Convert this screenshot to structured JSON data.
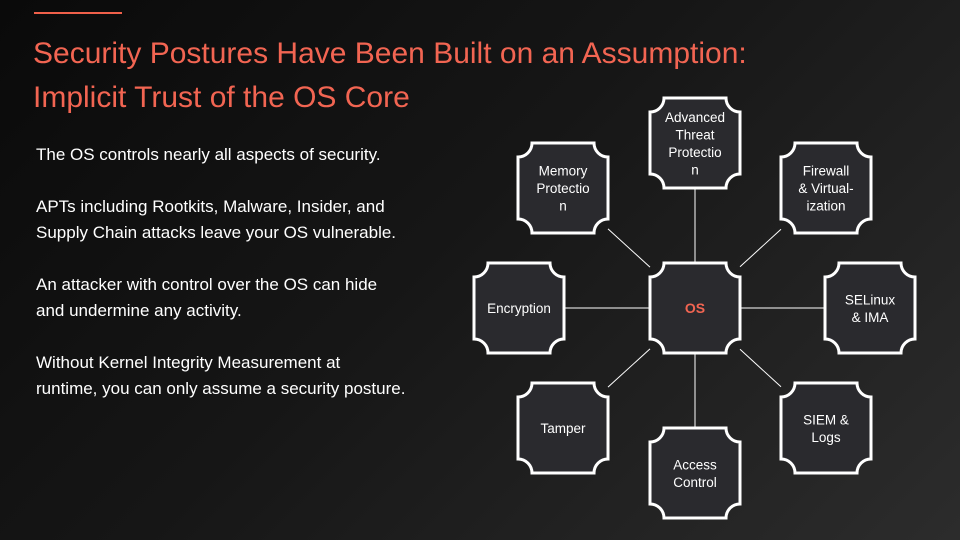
{
  "slide": {
    "title_line1": "Security Postures Have Been Built on an Assumption:",
    "title_line2": "Implicit Trust of the OS Core",
    "paragraphs": [
      "The OS controls nearly all aspects of security.",
      "APTs including Rootkits, Malware, Insider, and Supply Chain attacks leave your OS vulnerable.",
      "An attacker with control over the OS can hide and undermine any activity.",
      "Without Kernel Integrity Measurement at runtime, you can only assume a security posture."
    ]
  },
  "diagram": {
    "center": {
      "label": "OS",
      "color": "#f26552"
    },
    "nodes": [
      {
        "id": "apt",
        "lines": [
          "Advanced",
          "Threat",
          "Protectio",
          "n"
        ]
      },
      {
        "id": "firewall",
        "lines": [
          "Firewall",
          "& Virtual-",
          "ization"
        ]
      },
      {
        "id": "selinux",
        "lines": [
          "SELinux",
          "& IMA"
        ]
      },
      {
        "id": "siem",
        "lines": [
          "SIEM &",
          "Logs"
        ]
      },
      {
        "id": "access",
        "lines": [
          "Access",
          "Control"
        ]
      },
      {
        "id": "tamper",
        "lines": [
          "Tamper"
        ]
      },
      {
        "id": "encryption",
        "lines": [
          "Encryption"
        ]
      },
      {
        "id": "memory",
        "lines": [
          "Memory",
          "Protectio",
          "n"
        ]
      }
    ],
    "colors": {
      "node_fill": "#2a2a2e",
      "node_stroke": "#ffffff",
      "connector": "#ffffff",
      "accent": "#f26552"
    }
  }
}
